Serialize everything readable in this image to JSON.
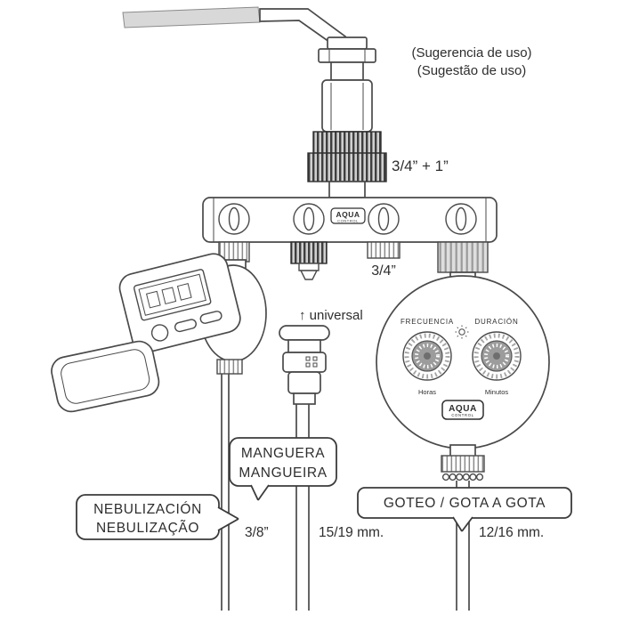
{
  "labels": {
    "suggestion_es": "(Sugerencia de uso)",
    "suggestion_pt": "(Sugestão de uso)",
    "adapter_size": "3/4” + 1”",
    "outlet_size": "3/4”",
    "universal": "↑ universal",
    "hose_es": "MANGUERA",
    "hose_pt": "MANGUEIRA",
    "mist_es": "NEBULIZACIÓN",
    "mist_pt": "NEBULIZAÇÃO",
    "drip": "GOTEO / GOTA A GOTA",
    "size_mist": "3/8”",
    "size_hose": "15/19 mm.",
    "size_drip": "12/16 mm."
  },
  "manifold": {
    "brand_name": "AQUA",
    "brand_sub": "CONTROL"
  },
  "analog_timer": {
    "dial_left_label": "FRECUENCIA",
    "dial_right_label": "DURACIÓN",
    "dial_left_unit": "Horas",
    "dial_right_unit": "Minutos",
    "brand_name": "AQUA",
    "brand_sub": "CONTROL"
  },
  "colors": {
    "line": "#4a4a4a",
    "handle_fill": "#d8d8d8",
    "dial_fill": "#9c9c9c"
  }
}
